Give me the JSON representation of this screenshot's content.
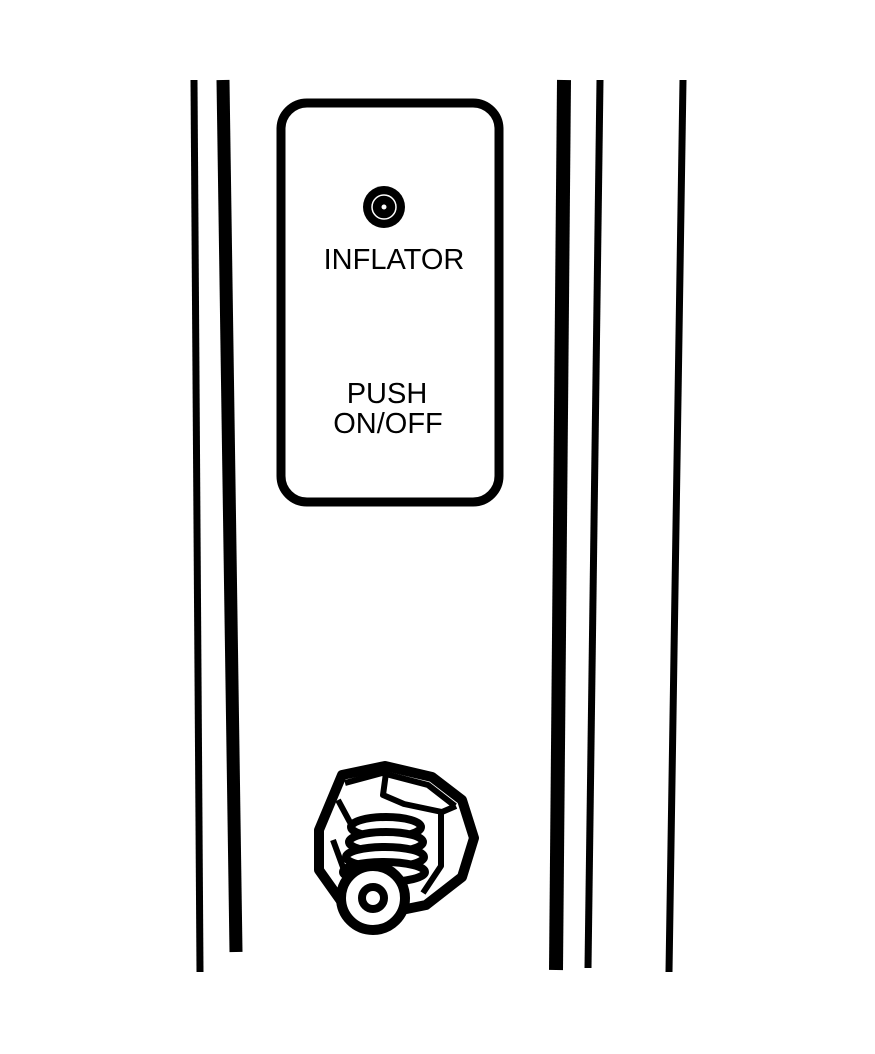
{
  "panel": {
    "inflator_label": "INFLATOR",
    "push_line1": "PUSH",
    "push_line2": "ON/OFF"
  },
  "icons": {
    "indicator": "indicator-lamp-icon",
    "valve": "air-valve-fitting-icon"
  },
  "colors": {
    "line": "#000000",
    "background": "#ffffff"
  }
}
